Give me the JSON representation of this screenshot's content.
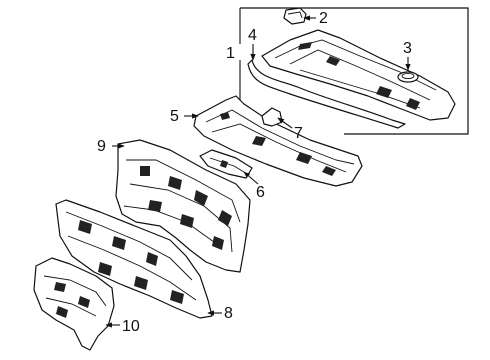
{
  "diagram": {
    "callouts": [
      {
        "id": "1",
        "label": "1"
      },
      {
        "id": "2",
        "label": "2"
      },
      {
        "id": "3",
        "label": "3"
      },
      {
        "id": "4",
        "label": "4"
      },
      {
        "id": "5",
        "label": "5"
      },
      {
        "id": "6",
        "label": "6"
      },
      {
        "id": "7",
        "label": "7"
      },
      {
        "id": "8",
        "label": "8"
      },
      {
        "id": "9",
        "label": "9"
      },
      {
        "id": "10",
        "label": "10"
      }
    ],
    "colors": {
      "line": "#111111",
      "background": "#ffffff"
    }
  }
}
